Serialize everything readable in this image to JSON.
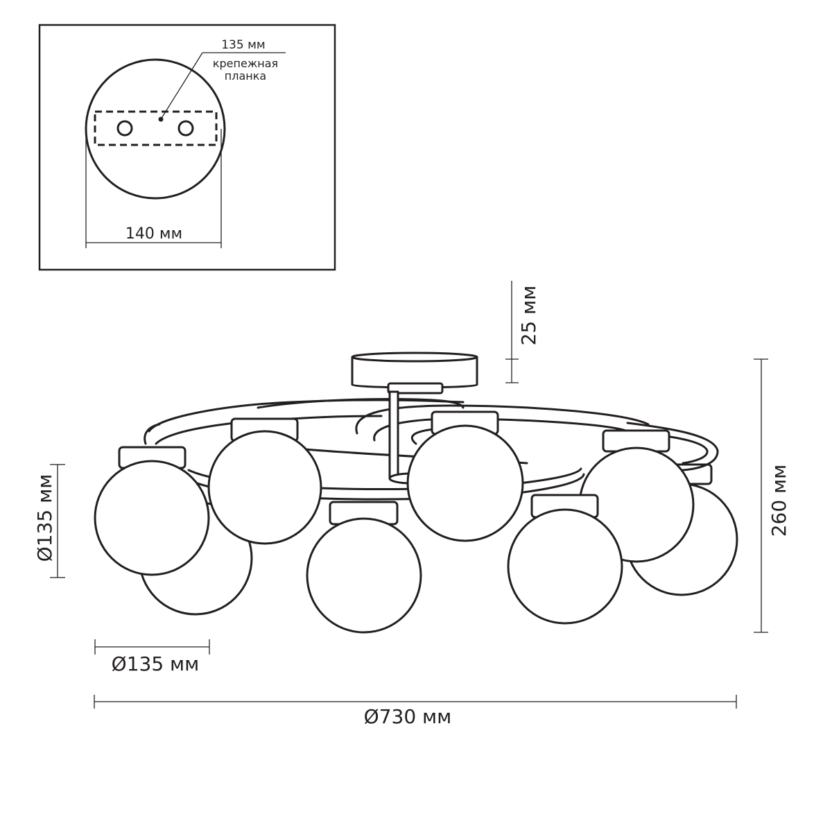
{
  "inset": {
    "plate_length": "135 мм",
    "plate_label_line1": "крепежная",
    "plate_label_line2": "планка",
    "canopy_diameter": "140 мм"
  },
  "main": {
    "stem_height": "25 мм",
    "total_height": "260 мм",
    "shade_diameter_vertical": "Ø135 мм",
    "shade_diameter_horizontal": "Ø135 мм",
    "overall_diameter": "Ø730 мм"
  },
  "colors": {
    "line": "#231f20",
    "background": "#ffffff"
  }
}
